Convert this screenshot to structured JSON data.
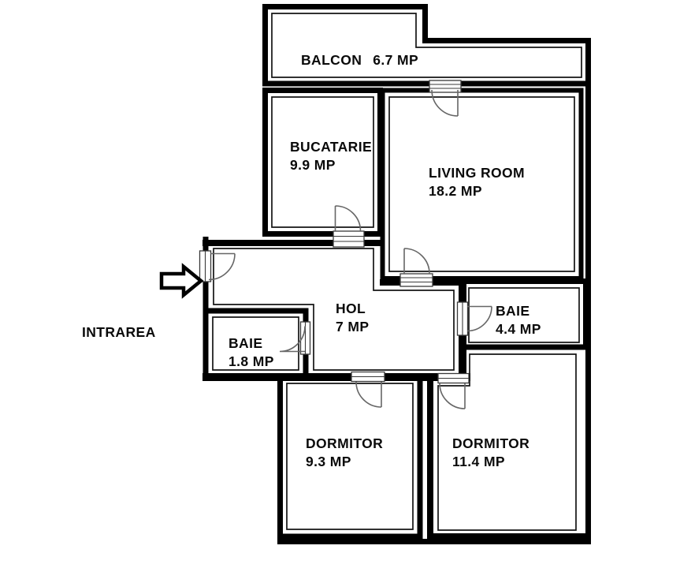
{
  "plan": {
    "entrance_label": "INTRAREA",
    "rooms": [
      {
        "id": "balcon",
        "name": "BALCON",
        "area": "6.7 MP"
      },
      {
        "id": "bucatarie",
        "name": "BUCATARIE",
        "area": "9.9 MP"
      },
      {
        "id": "living_room",
        "name": "LIVING ROOM",
        "area": "18.2 MP"
      },
      {
        "id": "hol",
        "name": "HOL",
        "area": "7 MP"
      },
      {
        "id": "baie_small",
        "name": "BAIE",
        "area": "1.8 MP"
      },
      {
        "id": "baie_large",
        "name": "BAIE",
        "area": "4.4 MP"
      },
      {
        "id": "dormitor_1",
        "name": "DORMITOR",
        "area": "9.3 MP"
      },
      {
        "id": "dormitor_2",
        "name": "DORMITOR",
        "area": "11.4 MP"
      }
    ],
    "colors": {
      "wall": "#000000",
      "door_swing": "#666666",
      "jamb_stroke": "#3a3a3a",
      "background": "#ffffff"
    }
  }
}
